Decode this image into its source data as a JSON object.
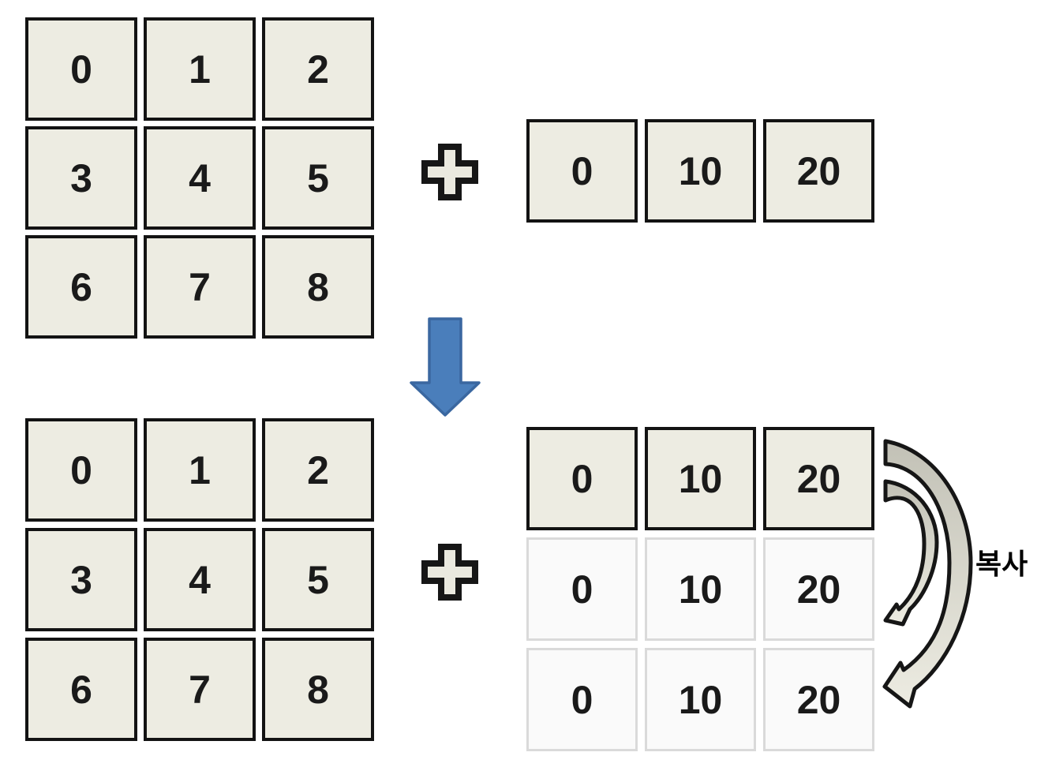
{
  "matrix_top_left": {
    "rows": [
      [
        "0",
        "1",
        "2"
      ],
      [
        "3",
        "4",
        "5"
      ],
      [
        "6",
        "7",
        "8"
      ]
    ]
  },
  "vector_top": {
    "cells": [
      "0",
      "10",
      "20"
    ]
  },
  "matrix_bottom_left": {
    "rows": [
      [
        "0",
        "1",
        "2"
      ],
      [
        "3",
        "4",
        "5"
      ],
      [
        "6",
        "7",
        "8"
      ]
    ]
  },
  "broadcast_matrix": {
    "rows": [
      [
        "0",
        "10",
        "20"
      ],
      [
        "0",
        "10",
        "20"
      ],
      [
        "0",
        "10",
        "20"
      ]
    ],
    "original_row_index": 0,
    "copied_row_indices": [
      1,
      2
    ]
  },
  "operators": {
    "top": "plus",
    "bottom": "plus"
  },
  "labels": {
    "copy": "복사"
  },
  "colors": {
    "cell_fill": "#EDECE2",
    "cell_border": "#131313",
    "faded_cell_fill": "#FAFAFA",
    "faded_cell_border": "#DADADA",
    "digit": "#1A1A1A",
    "down_arrow_fill": "#4A7EBB",
    "down_arrow_border": "#3A67A0",
    "copy_arrow_tail": "#C2C1B6",
    "copy_arrow_head": "#EDECE2",
    "copy_arrow_outline": "#161616"
  }
}
